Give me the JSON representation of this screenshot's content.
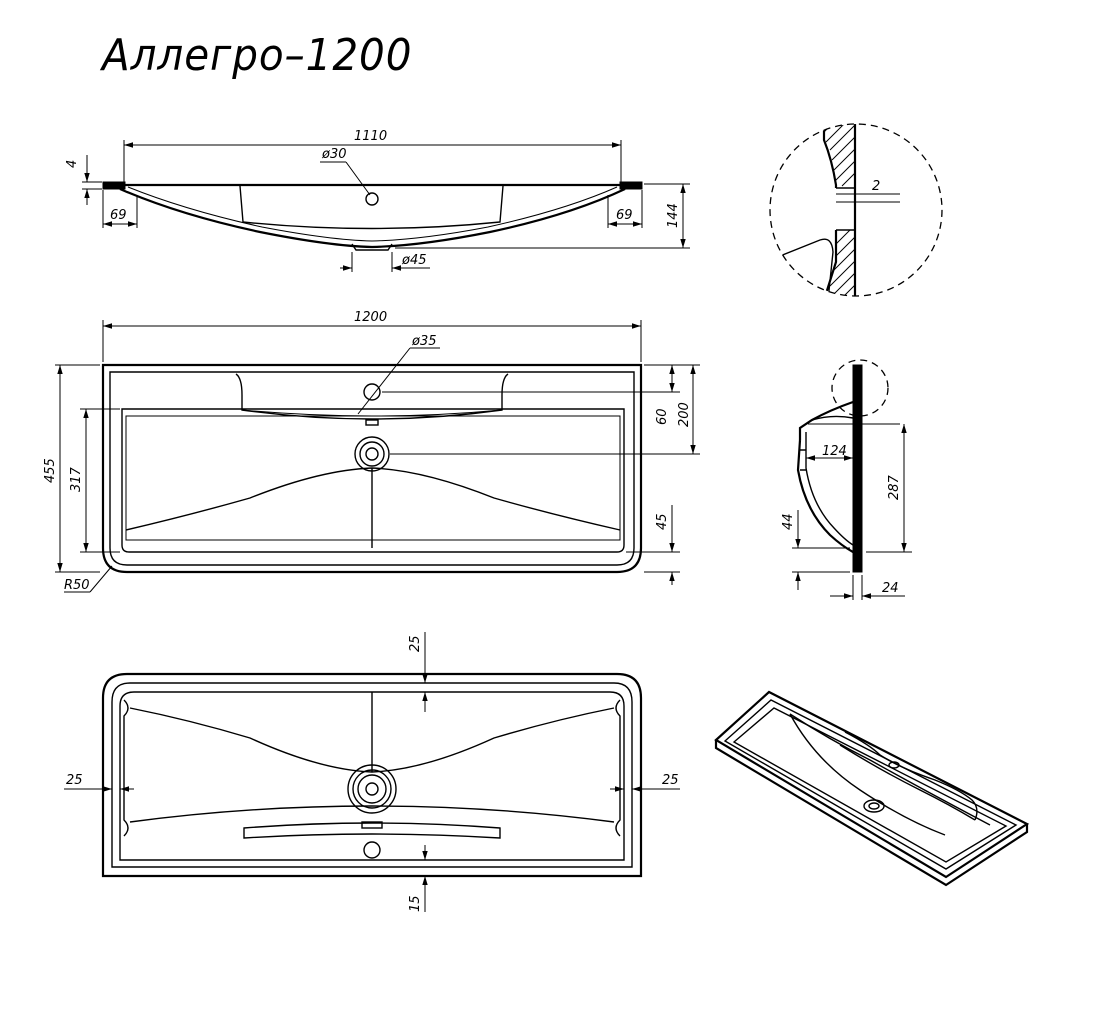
{
  "title": "Аллегро–1200",
  "dimensions": {
    "front_width": "1110",
    "front_lip": "4",
    "front_hole": "ø30",
    "front_side_left": "69",
    "front_side_right": "69",
    "front_height": "144",
    "front_drain": "ø45",
    "detail_wall": "2",
    "top_width": "1200",
    "top_hole": "ø35",
    "top_depth": "455",
    "top_inner": "317",
    "top_a": "60",
    "top_b": "200",
    "top_c": "45",
    "top_radius": "R50",
    "side_a": "124",
    "side_b": "287",
    "side_c": "44",
    "side_d": "24",
    "bottom_top": "25",
    "bottom_left": "25",
    "bottom_right": "25",
    "bottom_bottom": "15"
  }
}
